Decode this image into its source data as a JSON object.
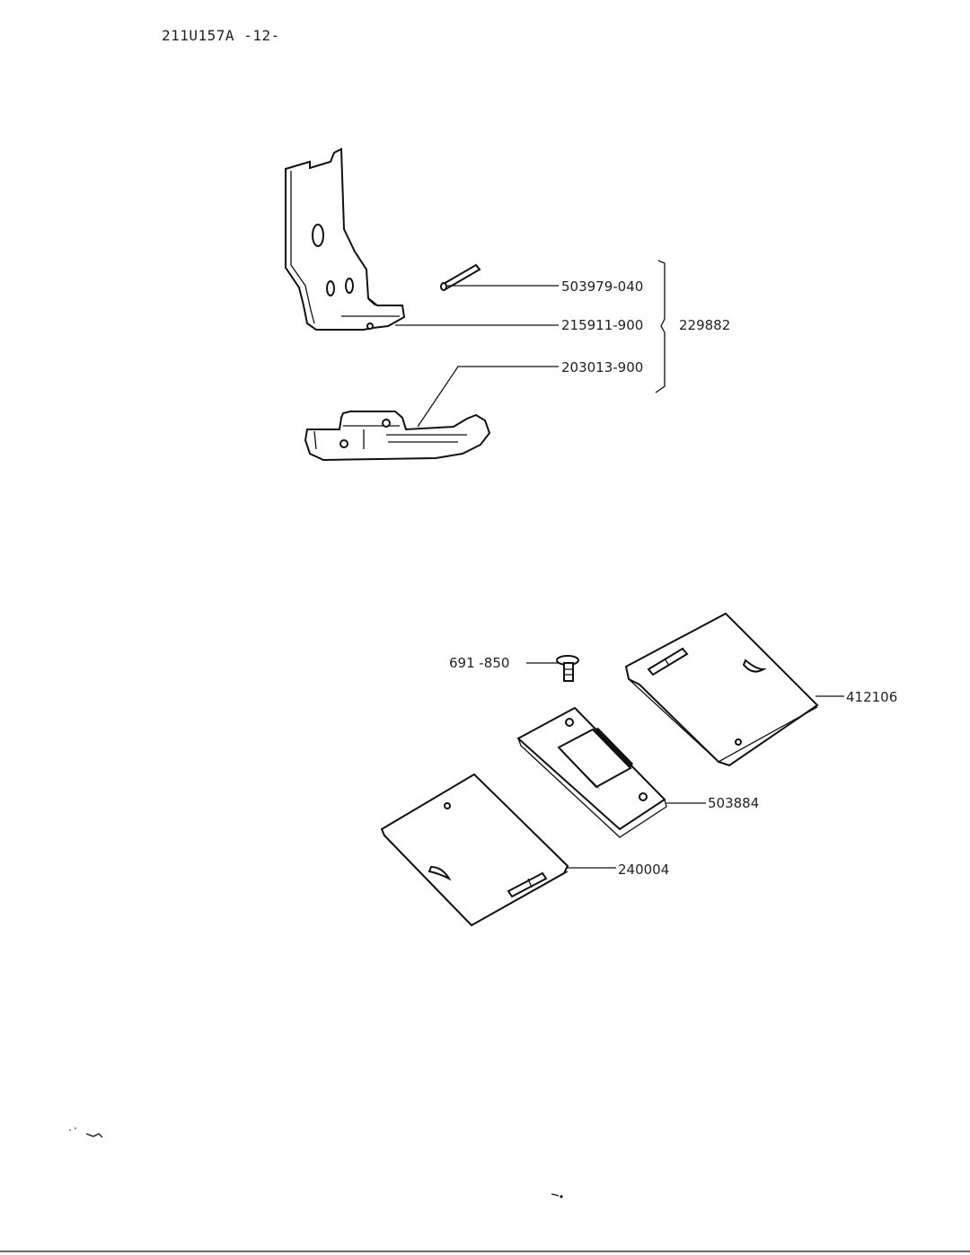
{
  "header": {
    "page_ref": "211U157A -12-"
  },
  "presser_foot_group": {
    "hinge_pin": "503979-040",
    "shank": "215911-900",
    "sole": "203013-900",
    "assembly": "229882"
  },
  "throat_plate_group": {
    "screw": "691 -850",
    "right_slide_plate": "412106",
    "needle_plate": "503884",
    "left_slide_plate": "240004"
  }
}
